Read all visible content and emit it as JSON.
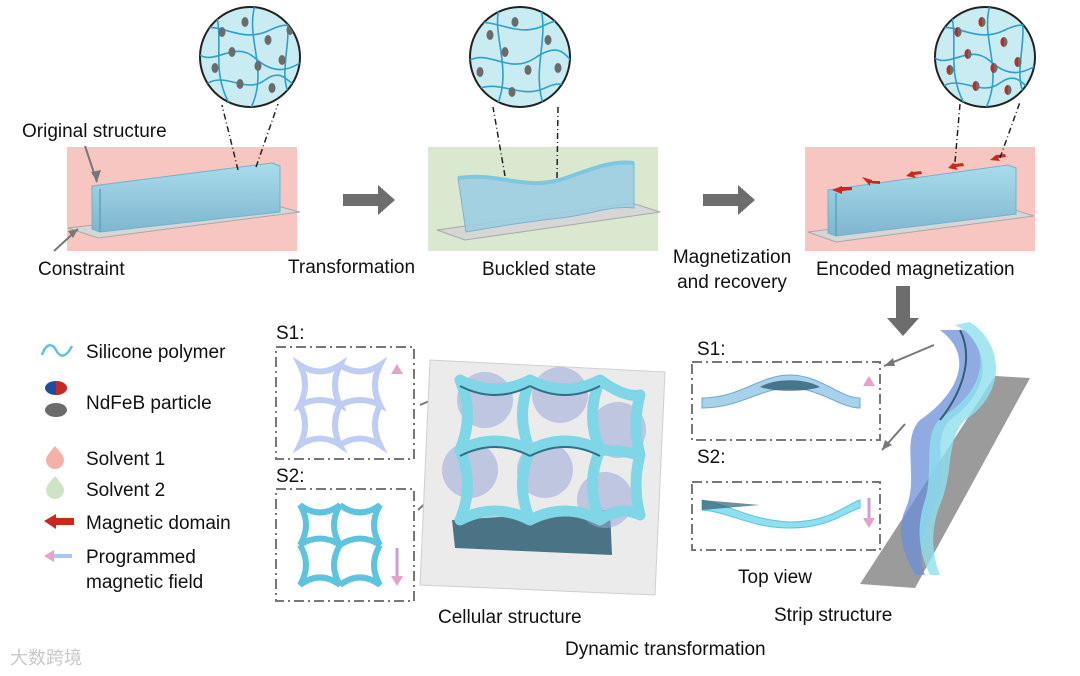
{
  "colors": {
    "pink_panel": "#f7c6c1",
    "green_panel": "#d9e8cf",
    "polymer": "#5ec3dc",
    "particle": "#6b6b6b",
    "arrow_gray": "#6d6d6d",
    "domain_red": "#c8281e"
  },
  "top_row": {
    "original_structure": "Original structure",
    "constraint": "Constraint",
    "transformation": "Transformation",
    "buckled_state": "Buckled state",
    "magnetization_recovery": "Magnetization and recovery",
    "encoded_magnetization": "Encoded magnetization"
  },
  "legend": {
    "silicone_polymer": "Silicone polymer",
    "ndfeb_particle": "NdFeB particle",
    "solvent_1": "Solvent 1",
    "solvent_2": "Solvent 2",
    "magnetic_domain": "Magnetic domain",
    "programmed_field": "Programmed magnetic field"
  },
  "bottom": {
    "cell_s1": "S1:",
    "cell_s2": "S2:",
    "cellular_structure": "Cellular structure",
    "strip_s1": "S1:",
    "strip_s2": "S2:",
    "top_view": "Top view",
    "strip_structure": "Strip structure",
    "dynamic_transformation": "Dynamic transformation"
  },
  "watermark": "大数跨境"
}
